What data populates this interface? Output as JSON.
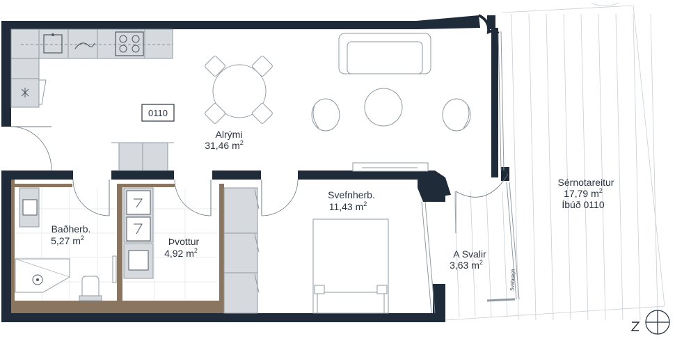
{
  "unit_number": "0110",
  "rooms": {
    "living": {
      "name": "Alrými",
      "area": "31,46 m",
      "sup": "2"
    },
    "bedroom": {
      "name": "Svefnherb.",
      "area": "11,43 m",
      "sup": "2"
    },
    "bathroom": {
      "name": "Baðherb.",
      "area": "5,27 m",
      "sup": "2"
    },
    "laundry": {
      "name": "Þvottur",
      "area": "4,92 m",
      "sup": "2"
    },
    "balcony": {
      "name": "A Svalir",
      "area": "3,63 m",
      "sup": "2"
    },
    "private_area": {
      "name": "Sérnotareitur",
      "area": "17,79 m",
      "sup": "2",
      "unit": "Íbúð 0110"
    }
  },
  "balcony_rail_label": "Svalaskýli",
  "colors": {
    "wall": "#1f2b38",
    "furniture_fill": "#d6dade",
    "laundry_wall": "#8a7560",
    "text": "#2a3440"
  }
}
